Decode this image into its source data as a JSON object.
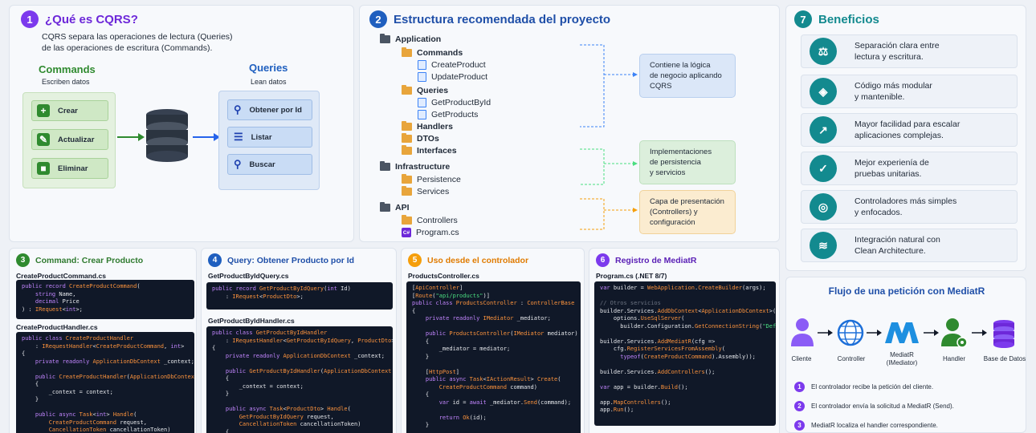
{
  "section1": {
    "num": "1",
    "title": "¿Qué es CQRS?",
    "desc": "CQRS separa las operaciones de lectura (Queries)\nde las operaciones de escritura (Commands).",
    "commands": {
      "title": "Commands",
      "subtitle": "Escriben datos",
      "items": [
        "Crear",
        "Actualizar",
        "Eliminar"
      ]
    },
    "queries": {
      "title": "Queries",
      "subtitle": "Lean datos",
      "items": [
        "Obtener por Id",
        "Listar",
        "Buscar"
      ]
    }
  },
  "section2": {
    "num": "2",
    "title": "Estructura recomendada del proyecto",
    "tree": [
      "Application",
      "Commands",
      "CreateProduct",
      "UpdateProduct",
      "Queries",
      "GetProductById",
      "GetProducts",
      "Handlers",
      "DTOs",
      "Interfaces",
      "Infrastructure",
      "Persistence",
      "Services",
      "API",
      "Controllers",
      "Program.cs"
    ],
    "notes": [
      "Contiene la lógica\nde negocio aplicando\nCQRS",
      "Implementaciones\nde persistencia\ny servicios",
      "Capa de presentación\n(Controllers) y\nconfiguración"
    ]
  },
  "section3": {
    "num": "3",
    "title": "Command: Crear Producto",
    "file1": "CreateProductCommand.cs",
    "file2": "CreateProductHandler.cs"
  },
  "section4": {
    "num": "4",
    "title": "Query: Obtener Producto por Id",
    "file1": "GetProductByIdQuery.cs",
    "file2": "GetProductByIdHandler.cs"
  },
  "section5": {
    "num": "5",
    "title": "Uso desde el controlador",
    "file1": "ProductsController.cs"
  },
  "section6": {
    "num": "6",
    "title": "Registro de MediatR",
    "file1": "Program.cs (.NET 8/7)"
  },
  "section7": {
    "num": "7",
    "title": "Beneficios",
    "items": [
      "Separación clara entre\nlectura y escritura.",
      "Código más modular\ny mantenible.",
      "Mayor facilidad para escalar\naplicaciones complejas.",
      "Mejor experienía de\npruebas unitarias.",
      "Controladores más simples\ny enfocados.",
      "Integración natural con\nClean Architecture."
    ],
    "icons": [
      "scales-icon",
      "cube-icon",
      "growth-chart-icon",
      "shield-check-icon",
      "target-icon",
      "layers-icon"
    ]
  },
  "flow": {
    "title": "Flujo de una petición con MediatR",
    "nodes": [
      "Cliente",
      "Controller",
      "MediatR\n(IMediator)",
      "Handler",
      "Base de Datos"
    ],
    "steps": [
      "El controlador recibe la petición del cliente.",
      "El controlador envía la solicitud a MediatR (Send).",
      "MediatR localiza el handler correspondiente."
    ]
  },
  "colors": {
    "purple": "#7c3aed",
    "blue": "#1f5fbf",
    "green": "#2f8a2f",
    "orange": "#f59e0b",
    "teal": "#138a8f"
  }
}
